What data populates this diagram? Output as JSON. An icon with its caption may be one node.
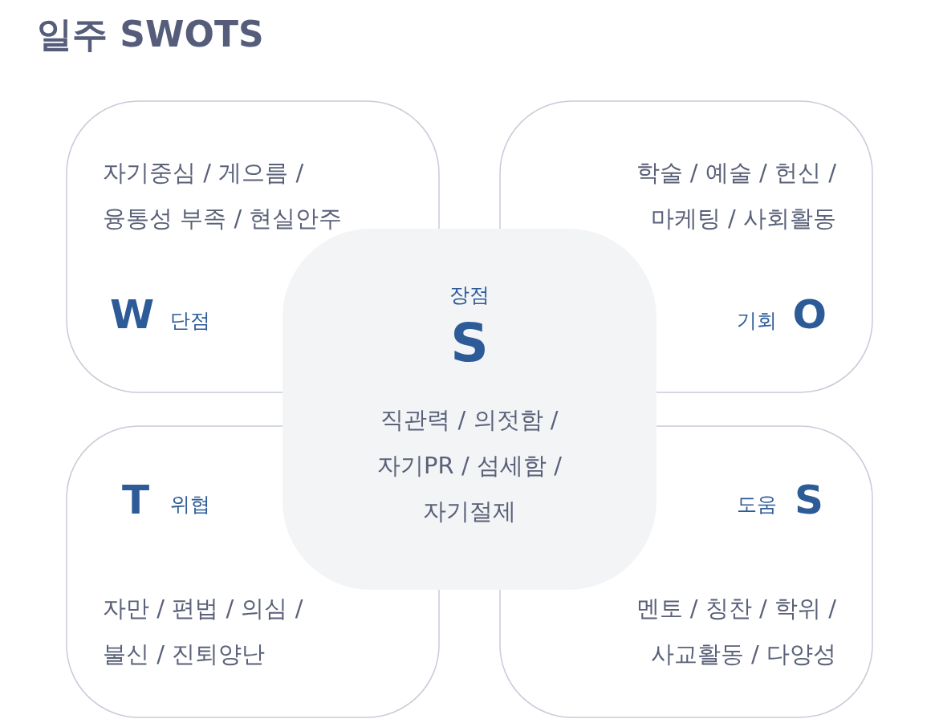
{
  "diagram": {
    "title": "일주 SWOTS",
    "nodes": [
      {
        "text": [
          "자기중심 / 게으름 / 융통성 부족 / 현실안주",
          "W",
          "단점"
        ]
      },
      {
        "text": [
          "학술 / 예술 / 헌신 / 마케팅 / 사회활동",
          "기회",
          "O"
        ]
      },
      {
        "text": [
          "장점",
          "S",
          "직관력 / 의젓함 / 자기PR / 섬세함 / 자기절제"
        ]
      },
      {
        "text": [
          "T",
          "위협",
          "자만 / 편법 / 의심 / 불신 / 진퇴양난"
        ]
      },
      {
        "text": [
          "도움",
          "S",
          "멘토 / 칭찬 / 학위 / 사교활동 / 다양성"
        ]
      }
    ]
  }
}
